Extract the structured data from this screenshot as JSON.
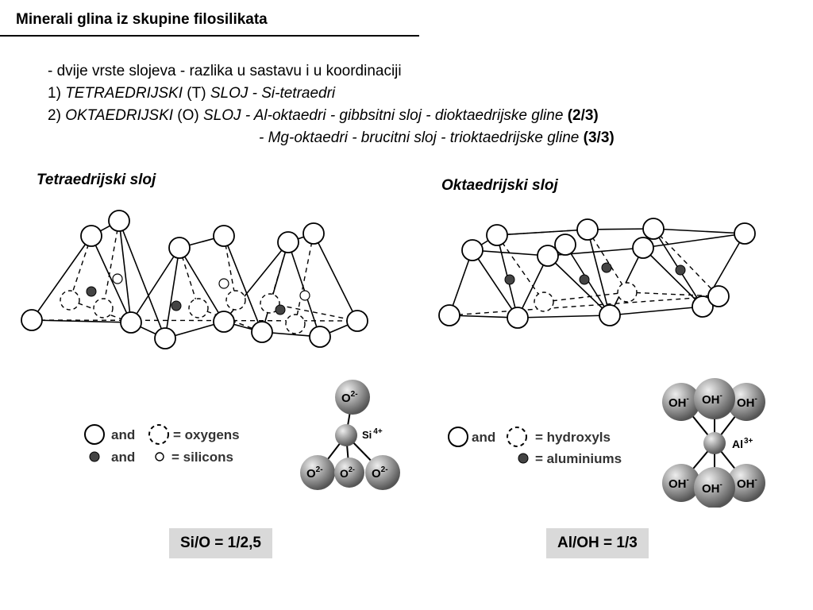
{
  "slide": {
    "title": "Minerali glina iz skupine filosilikata",
    "line1": "- dvije vrste slojeva - razlika u sastavu i u koordinaciji",
    "line2": {
      "num": "1) ",
      "a": "TETRAEDRIJSKI",
      "b": " (T) ",
      "c": "SLOJ - Si-tetraedri"
    },
    "line3": {
      "num": "2) ",
      "a": "OKTAEDRIJSKI",
      "b": " (O) ",
      "c": "SLOJ - Al-oktaedri - gibbsitni sloj - dioktaedrijske gline ",
      "d": "(2/3)"
    },
    "line4": {
      "c": "- Mg-oktaedri - brucitni sloj - trioktaedrijske gline ",
      "d": "(3/3)"
    }
  },
  "left": {
    "heading": "Tetraedrijski sloj",
    "legend_and": "and",
    "legend_oxygens": "= oxygens",
    "legend_silicons": "= silicons",
    "ion_o": "O",
    "ion_o_charge": "2-",
    "ion_si": "Si",
    "ion_si_charge": "4+",
    "ratio": "Si/O = 1/2,5"
  },
  "right": {
    "heading": "Oktaedrijski sloj",
    "legend_and": "and",
    "legend_hydroxyls": "= hydroxyls",
    "legend_aluminiums": "= aluminiums",
    "ion_oh": "OH",
    "ion_oh_charge": "-",
    "ion_al": "Al",
    "ion_al_charge": "3+",
    "ratio": "Al/OH = 1/3"
  },
  "colors": {
    "ratio_box": "#d9d9d9",
    "atom_dark": "#444444",
    "sphere_mid": "#9a9a9a"
  }
}
